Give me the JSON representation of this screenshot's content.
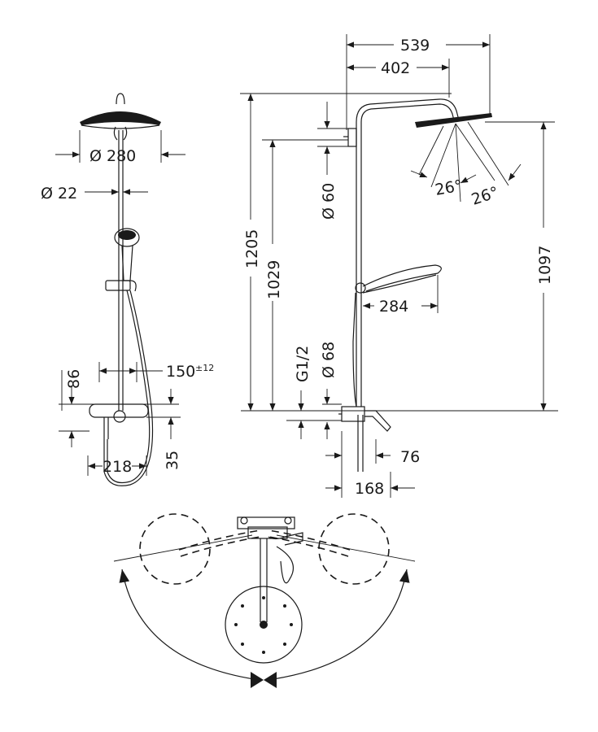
{
  "dimensions": {
    "head_diameter": "Ø 280",
    "pipe_diameter": "Ø 22",
    "height_86": "86",
    "spacing_150": "150",
    "spacing_150_tol": "±12",
    "offset_35": "35",
    "width_218": "218",
    "arm_539": "539",
    "arm_402": "402",
    "height_1205": "1205",
    "height_1029": "1029",
    "rose_60": "Ø 60",
    "angle_left": "26°",
    "angle_right": "26°",
    "height_1097": "1097",
    "hand_284": "284",
    "thread": "G1/2",
    "rose_68": "Ø 68",
    "depth_76": "76",
    "depth_168": "168"
  }
}
